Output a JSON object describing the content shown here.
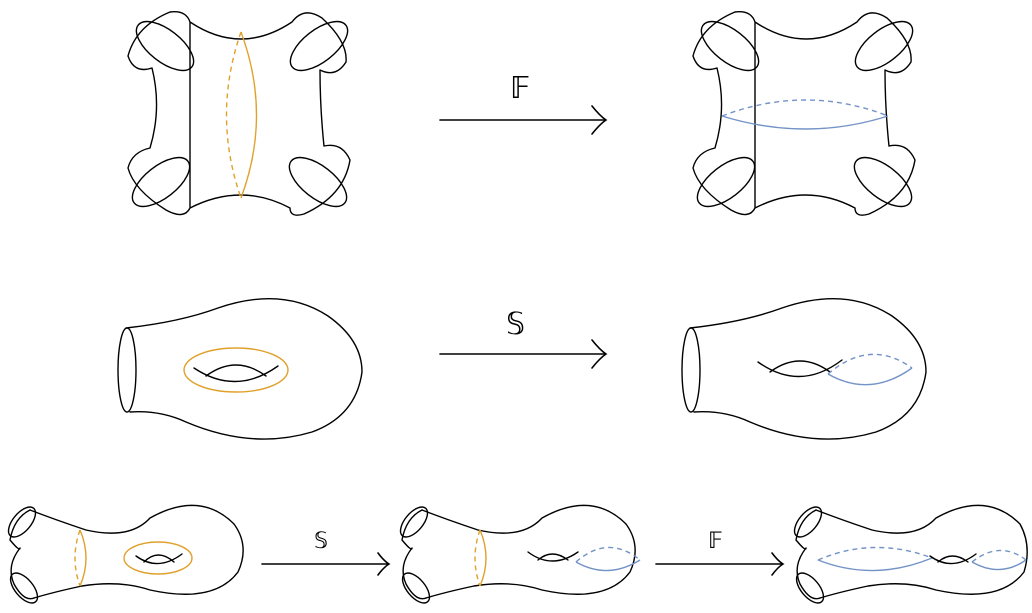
{
  "labels": {
    "row1_arrow": "𝔽",
    "row2_arrow": "𝕊",
    "row3_arrow_a": "𝕊",
    "row3_arrow_b": "𝔽"
  },
  "colors": {
    "orange_curve": "#E0A12B",
    "blue_curve": "#7393C7",
    "ink": "#000000"
  }
}
